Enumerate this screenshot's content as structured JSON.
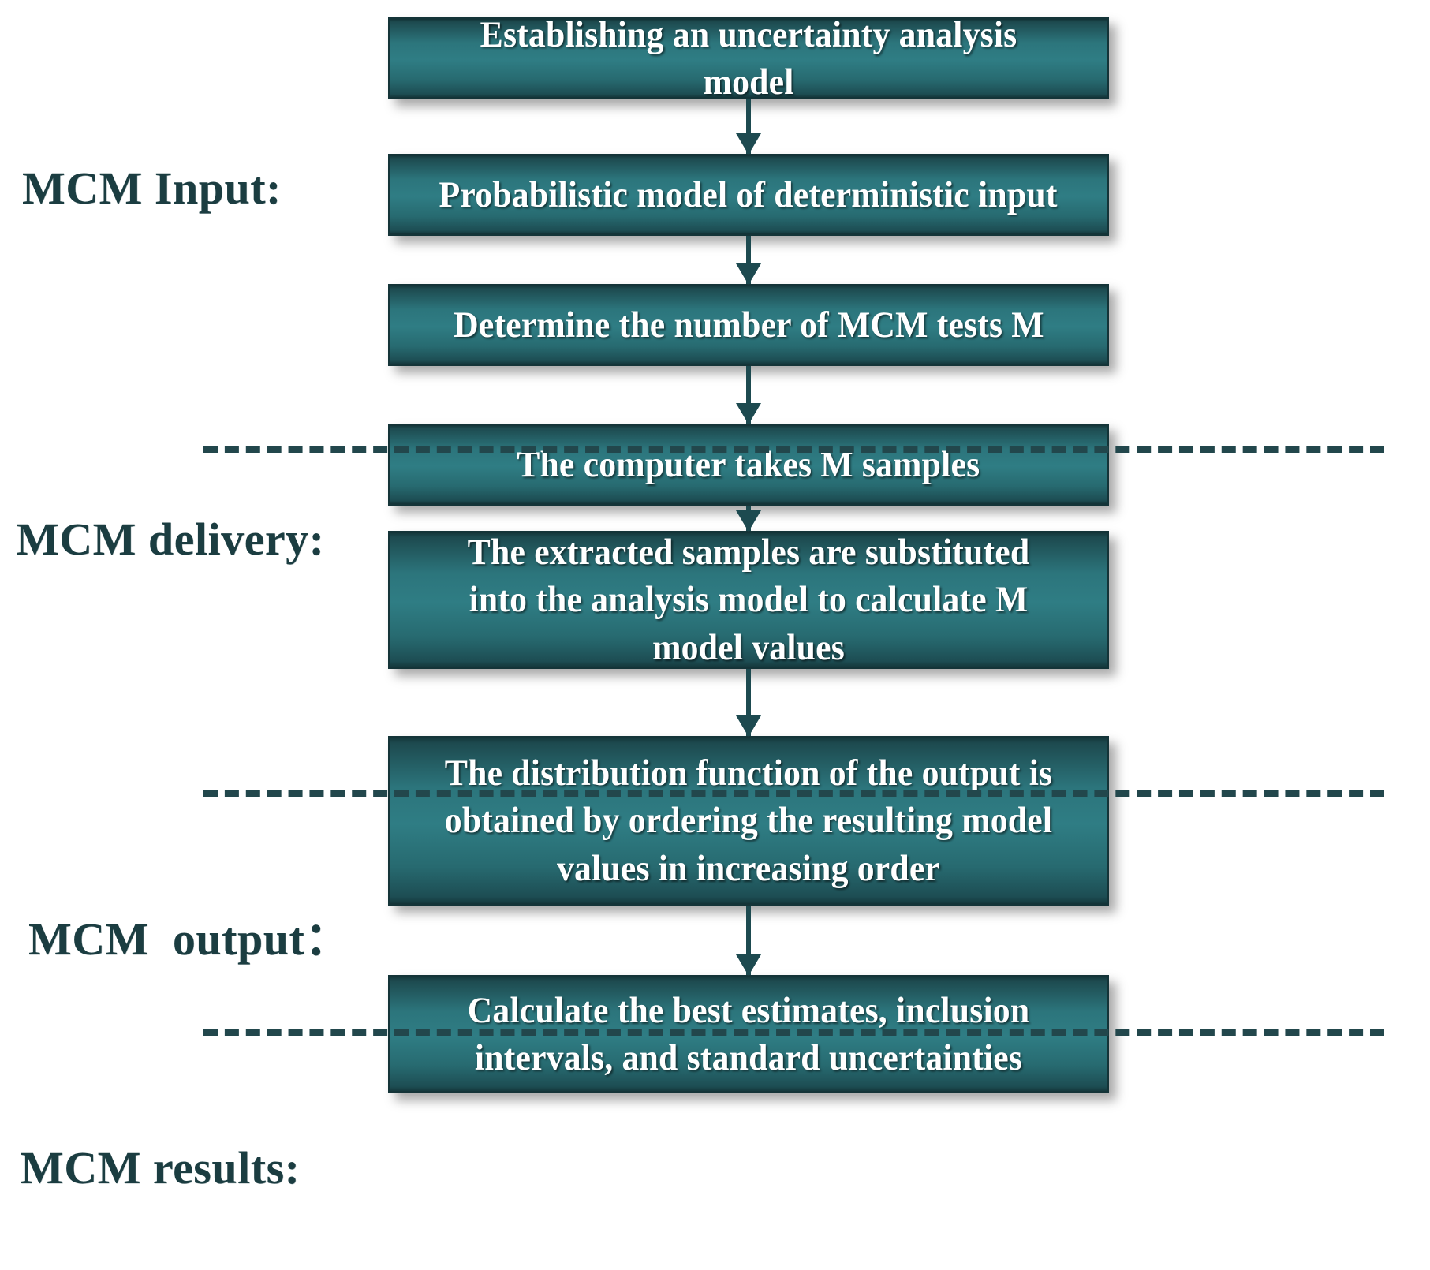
{
  "diagram": {
    "title": "Monte Carlo Method (MCM) uncertainty evaluation flowchart",
    "accent_color": "#2f7d84",
    "border_color": "#143438",
    "label_color": "#1b3d41",
    "node_text_color": "#ffffff",
    "background_color": "#ffffff"
  },
  "sections": [
    {
      "id": "input",
      "label": "MCM Input:"
    },
    {
      "id": "delivery",
      "label": "MCM delivery:"
    },
    {
      "id": "output",
      "label": "MCM  output："
    },
    {
      "id": "results",
      "label": "MCM results:"
    }
  ],
  "nodes": [
    {
      "id": "n1",
      "section": "input",
      "text": "Establishing an uncertainty analysis model"
    },
    {
      "id": "n2",
      "section": "input",
      "text": "Probabilistic model of deterministic input"
    },
    {
      "id": "n3",
      "section": "input",
      "text": "Determine the number of MCM tests M"
    },
    {
      "id": "n4",
      "section": "delivery",
      "text": "The computer takes M samples"
    },
    {
      "id": "n5",
      "section": "delivery",
      "text": "The extracted samples are substituted into the analysis model to calculate M model values"
    },
    {
      "id": "n6",
      "section": "output",
      "text": "The distribution function of the output is obtained by ordering the resulting model values in increasing order"
    },
    {
      "id": "n7",
      "section": "results",
      "text": "Calculate the best estimates, inclusion intervals, and standard uncertainties"
    }
  ],
  "connectors": [
    {
      "id": "a1",
      "from": "n1",
      "to": "n2"
    },
    {
      "id": "a2",
      "from": "n2",
      "to": "n3"
    },
    {
      "id": "a3",
      "from": "n3",
      "to": "n4"
    },
    {
      "id": "a4",
      "from": "n4",
      "to": "n5"
    },
    {
      "id": "a5",
      "from": "n5",
      "to": "n6"
    },
    {
      "id": "a6",
      "from": "n6",
      "to": "n7"
    }
  ],
  "dividers": [
    {
      "id": "d1",
      "between": "input / delivery"
    },
    {
      "id": "d2",
      "between": "delivery / output"
    },
    {
      "id": "d3",
      "between": "output / results"
    }
  ]
}
